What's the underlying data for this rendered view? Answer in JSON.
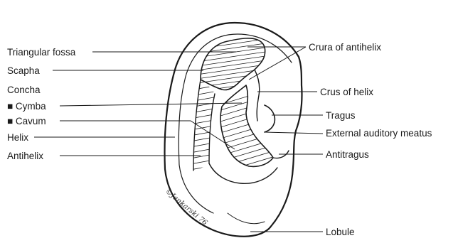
{
  "labels": {
    "triangular_fossa": "Triangular fossa",
    "scapha": "Scapha",
    "concha": "Concha",
    "cymba": "■ Cymba",
    "cavum": "■ Cavum",
    "helix": "Helix",
    "antihelix": "Antihelix",
    "crura_of_antihelix": "Crura of antihelix",
    "crus_of_helix": "Crus of helix",
    "tragus": "Tragus",
    "external_auditory_meatus": "External auditory meatus",
    "antitragus": "Antitragus",
    "lobule": "Lobule"
  },
  "signature": "©Jankarski 76"
}
